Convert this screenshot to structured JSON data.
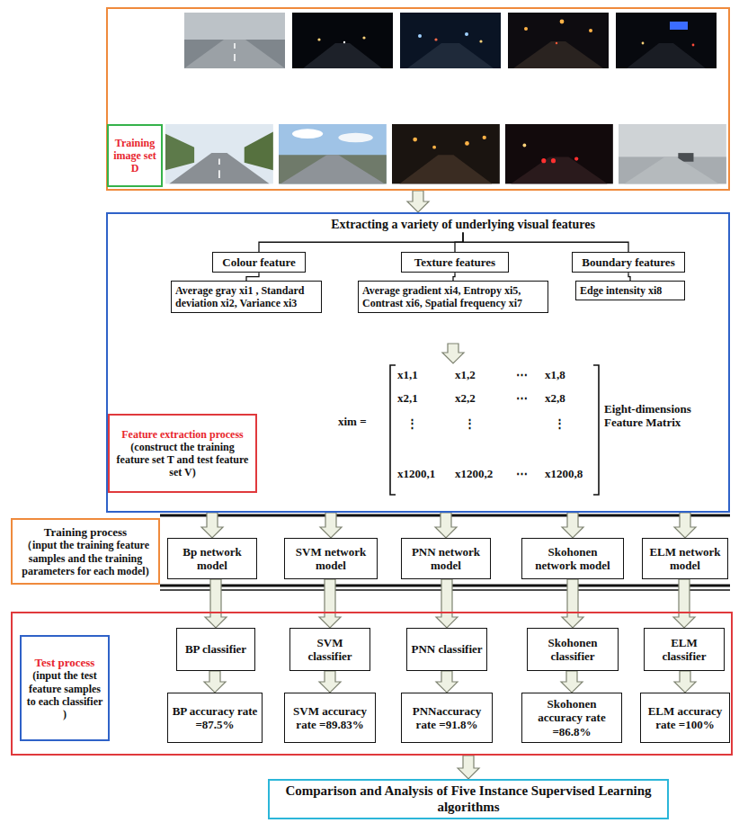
{
  "diagram": {
    "nodes": [
      {
        "text": []
      },
      {
        "text": [
          "Training image set D"
        ],
        "in": 0
      },
      {
        "text": []
      },
      {
        "text": [
          "Extracting a variety of underlying visual features"
        ],
        "in": 2
      },
      {
        "text": [
          "Colour feature"
        ],
        "in": 2
      },
      {
        "text": [
          "Texture features"
        ],
        "in": 2
      },
      {
        "text": [
          "Boundary features"
        ],
        "in": 2
      },
      {
        "text": [
          "Average gray xi1 , Standard deviation xi2, Variance xi3"
        ],
        "in": 2
      },
      {
        "text": [
          "Average gradient xi4, Entropy xi5, Contrast xi6, Spatial frequency xi7"
        ],
        "in": 2
      },
      {
        "text": [
          "Edge intensity xi8"
        ],
        "in": 2
      },
      {
        "text": [
          "Feature extraction process",
          "(construct the training feature set T and test feature set V)"
        ],
        "in": 2
      },
      {
        "text": [
          "Training process",
          "（input the training feature samples and the training parameters for each model)"
        ]
      },
      {
        "text": [
          "Bp network model"
        ]
      },
      {
        "text": [
          "SVM network model"
        ]
      },
      {
        "text": [
          "PNN network model"
        ]
      },
      {
        "text": [
          "Skohonen network model"
        ]
      },
      {
        "text": [
          "ELM network model"
        ]
      },
      {
        "text": []
      },
      {
        "text": [
          "Test process",
          "(input the test feature samples to each classifier )"
        ],
        "in": 17
      },
      {
        "text": [
          "BP classifier"
        ],
        "in": 17
      },
      {
        "text": [
          "SVM classifier"
        ],
        "in": 17
      },
      {
        "text": [
          "PNN classifier"
        ],
        "in": 17
      },
      {
        "text": [
          "Skohonen classifier"
        ],
        "in": 17
      },
      {
        "text": [
          "ELM classifier"
        ],
        "in": 17
      },
      {
        "text": [
          "BP accuracy rate =87.5%"
        ],
        "in": 17
      },
      {
        "text": [
          "SVM accuracy rate =89.83%"
        ],
        "in": 17
      },
      {
        "text": [
          "PNNaccuracy rate =91.8%"
        ],
        "in": 17
      },
      {
        "text": [
          "Skohonen accuracy rate =86.8%"
        ],
        "in": 17
      },
      {
        "text": [
          "ELM accuracy rate =100%"
        ],
        "in": 17
      },
      {
        "text": [
          "Comparison and Analysis of Five Instance Supervised Learning algorithms"
        ]
      }
    ],
    "edges": [
      {
        "from": 0,
        "to": 2,
        "arrow": "to"
      },
      {
        "from": 3,
        "to": 4,
        "arrow": "none"
      },
      {
        "from": 3,
        "to": 5,
        "arrow": "none"
      },
      {
        "from": 3,
        "to": 6,
        "arrow": "none"
      },
      {
        "from": 4,
        "to": 7,
        "arrow": "none"
      },
      {
        "from": 5,
        "to": 8,
        "arrow": "none"
      },
      {
        "from": 6,
        "to": 9,
        "arrow": "none"
      },
      {
        "from": 2,
        "to": 12,
        "arrow": "to"
      },
      {
        "from": 2,
        "to": 13,
        "arrow": "to"
      },
      {
        "from": 2,
        "to": 14,
        "arrow": "to"
      },
      {
        "from": 2,
        "to": 15,
        "arrow": "to"
      },
      {
        "from": 2,
        "to": 16,
        "arrow": "to"
      },
      {
        "from": 12,
        "to": 19,
        "arrow": "to"
      },
      {
        "from": 13,
        "to": 20,
        "arrow": "to"
      },
      {
        "from": 14,
        "to": 21,
        "arrow": "to"
      },
      {
        "from": 15,
        "to": 22,
        "arrow": "to"
      },
      {
        "from": 16,
        "to": 23,
        "arrow": "to"
      },
      {
        "from": 19,
        "to": 24,
        "arrow": "to"
      },
      {
        "from": 20,
        "to": 25,
        "arrow": "to"
      },
      {
        "from": 21,
        "to": 26,
        "arrow": "to"
      },
      {
        "from": 22,
        "to": 27,
        "arrow": "to"
      },
      {
        "from": 23,
        "to": 28,
        "arrow": "to"
      },
      {
        "from": 17,
        "to": 29,
        "arrow": "to"
      }
    ],
    "labels": [
      "xim =",
      "x1,1",
      "x1,2",
      "⋯",
      "x1,8",
      "x2,1",
      "x2,2",
      "⋯",
      "x2,8",
      "⋮",
      "⋮",
      "⋮",
      "x1200,1",
      "x1200,2",
      "⋯",
      "x1200,8",
      "Eight-dimensions Feature Matrix"
    ]
  }
}
